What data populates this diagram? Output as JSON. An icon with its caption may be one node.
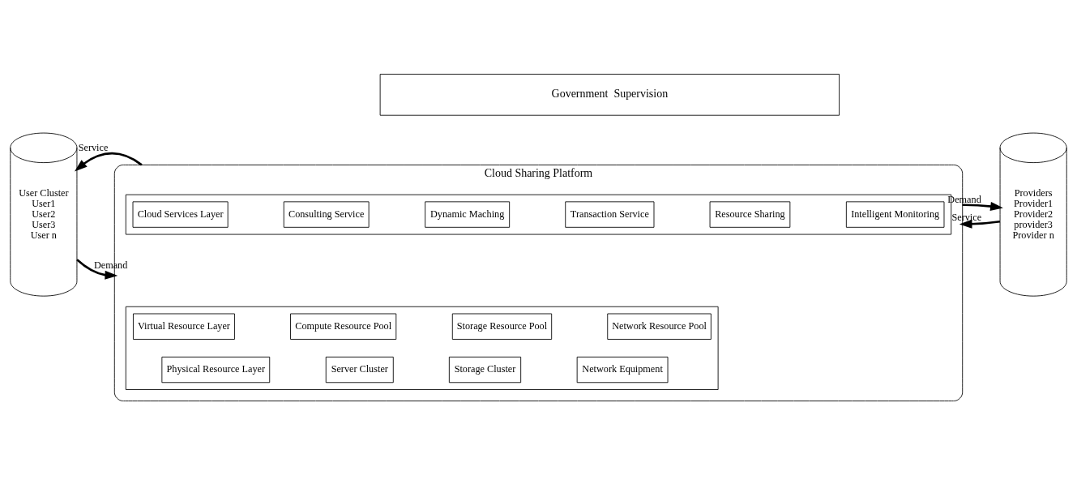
{
  "diagram": {
    "nodes": [
      {
        "text": [
          "Government  Supervision"
        ]
      },
      {
        "text": [
          "User Cluster",
          "User1",
          "User2",
          "User3",
          "User n"
        ]
      },
      {
        "text": [
          "Cloud Sharing Platform"
        ]
      },
      {
        "text": [],
        "shape": "box",
        "in": 2
      },
      {
        "text": [
          "Cloud Services Layer"
        ],
        "in": 3
      },
      {
        "text": [
          "Consulting Service"
        ],
        "in": 3
      },
      {
        "text": [
          "Dynamic Maching"
        ],
        "in": 3
      },
      {
        "text": [
          "Transaction Service"
        ],
        "in": 3
      },
      {
        "text": [
          "Resource Sharing"
        ],
        "in": 3
      },
      {
        "text": [
          "Intelligent Monitoring"
        ],
        "in": 3
      },
      {
        "text": [],
        "shape": "box",
        "in": 2
      },
      {
        "text": [
          "Virtual Resource Layer"
        ],
        "in": 10
      },
      {
        "text": [
          "Compute Resource Pool"
        ],
        "in": 10
      },
      {
        "text": [
          "Storage Resource Pool"
        ],
        "in": 10
      },
      {
        "text": [
          "Network Resource Pool"
        ],
        "in": 10
      },
      {
        "text": [
          "Physical Resource Layer"
        ],
        "in": 10
      },
      {
        "text": [
          "Server Cluster"
        ],
        "in": 10
      },
      {
        "text": [
          "Storage Cluster"
        ],
        "in": 10
      },
      {
        "text": [
          "Network Equipment"
        ],
        "in": 10
      },
      {
        "text": [
          "Providers",
          "Provider1",
          "Provider2",
          "provider3",
          "Provider n"
        ]
      }
    ],
    "edges": [
      {
        "from": 1,
        "to": 2,
        "arrow": "to",
        "label": "Demand"
      },
      {
        "from": 2,
        "to": 1,
        "arrow": "to",
        "label": "Service"
      },
      {
        "from": 19,
        "to": 2,
        "arrow": "to",
        "label": "Service"
      },
      {
        "from": 2,
        "to": 19,
        "arrow": "to",
        "label": "Demand"
      }
    ]
  }
}
